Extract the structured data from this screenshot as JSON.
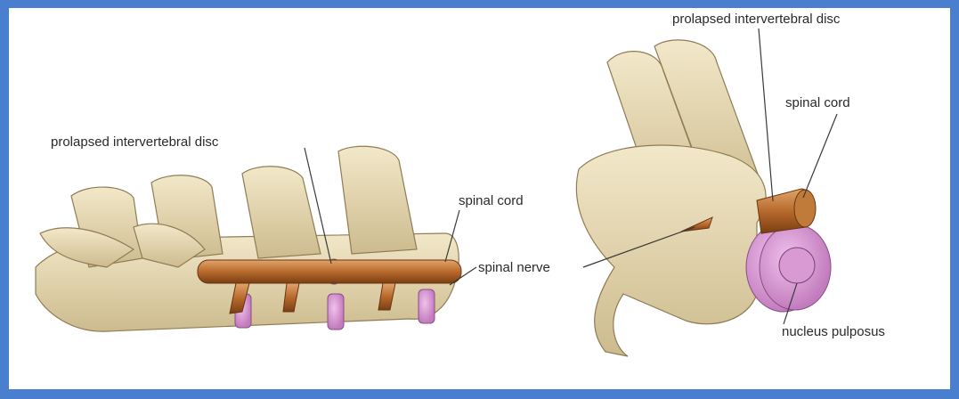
{
  "colors": {
    "frame": "#4a7fd0",
    "bone": "#e9ddb9",
    "bone_shadow": "#b8a57c",
    "cord": "#b8692c",
    "disc": "#d693cf",
    "leader": "#3a3a3a"
  },
  "left_figure": {
    "labels": {
      "prolapsed_disc": "prolapsed intervertebral disc",
      "spinal_cord": "spinal cord",
      "spinal_nerve": "spinal nerve"
    }
  },
  "right_figure": {
    "labels": {
      "prolapsed_disc": "prolapsed intervertebral disc",
      "spinal_cord": "spinal cord",
      "nucleus_pulposus": "nucleus pulposus"
    }
  }
}
